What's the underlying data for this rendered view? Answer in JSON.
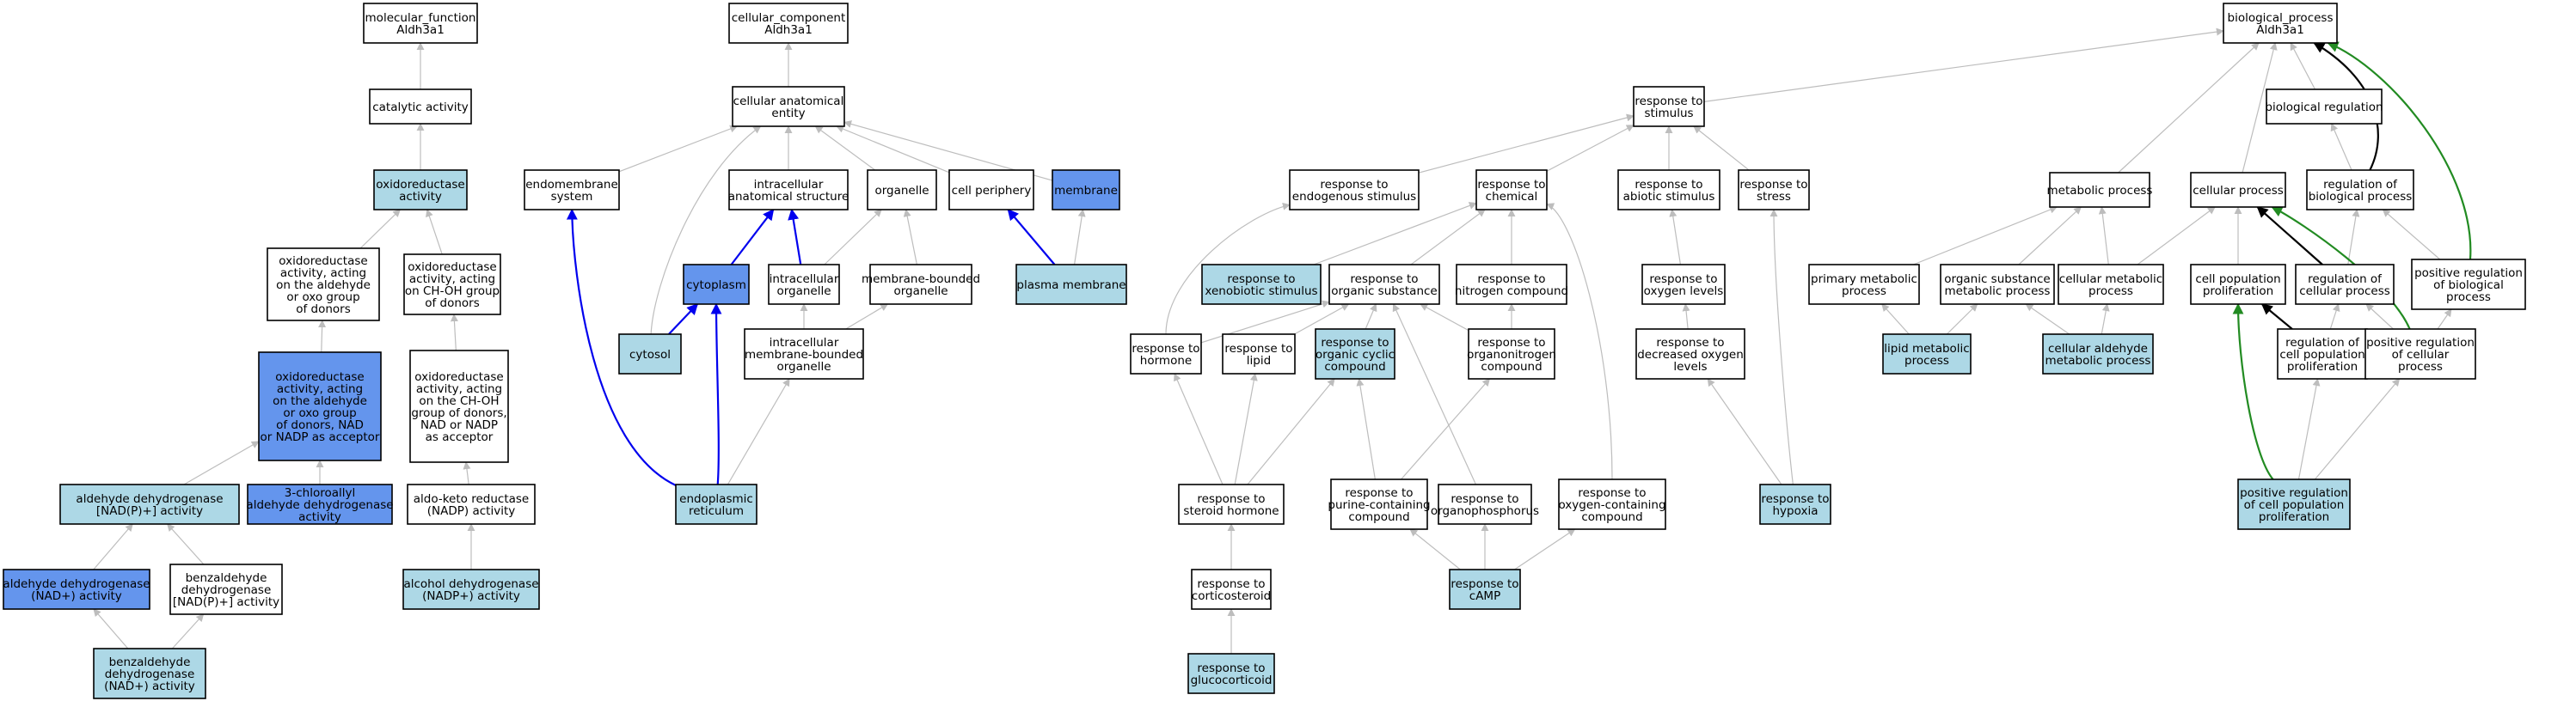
{
  "colors": {
    "white": "#ffffff",
    "light": "#add8e6",
    "medium": "#6495ed",
    "edge_is_a": "#bdbdbd",
    "edge_part_of": "#0000ee",
    "edge_regulates": "#000000",
    "edge_pos_regulates": "#228b22"
  },
  "nodes": [
    {
      "id": "mf",
      "lines": [
        "molecular_function",
        "Aldh3a1"
      ],
      "fill": "white"
    },
    {
      "id": "cat",
      "lines": [
        "catalytic activity"
      ],
      "fill": "white"
    },
    {
      "id": "oxr",
      "lines": [
        "oxidoreductase",
        "activity"
      ],
      "fill": "light"
    },
    {
      "id": "oxald",
      "lines": [
        "oxidoreductase",
        "activity, acting",
        "on the aldehyde",
        "or oxo group",
        "of donors"
      ],
      "fill": "white"
    },
    {
      "id": "oxchoh",
      "lines": [
        "oxidoreductase",
        "activity, acting",
        "on CH-OH group",
        "of donors"
      ],
      "fill": "white"
    },
    {
      "id": "oxaldnad",
      "lines": [
        "oxidoreductase",
        "activity, acting",
        "on the aldehyde",
        "or oxo group",
        "of donors, NAD",
        "or NADP as acceptor"
      ],
      "fill": "medium"
    },
    {
      "id": "oxchohnad",
      "lines": [
        "oxidoreductase",
        "activity, acting",
        "on the CH-OH",
        "group of donors,",
        "NAD or NADP",
        "as acceptor"
      ],
      "fill": "white"
    },
    {
      "id": "aldnadp",
      "lines": [
        "aldehyde dehydrogenase",
        "[NAD(P)+] activity"
      ],
      "fill": "light"
    },
    {
      "id": "chloro",
      "lines": [
        "3-chloroallyl",
        "aldehyde dehydrogenase",
        "activity"
      ],
      "fill": "medium"
    },
    {
      "id": "aldoketo",
      "lines": [
        "aldo-keto reductase",
        "(NADP) activity"
      ],
      "fill": "white"
    },
    {
      "id": "aldnad",
      "lines": [
        "aldehyde dehydrogenase",
        "(NAD+) activity"
      ],
      "fill": "medium"
    },
    {
      "id": "benznadp",
      "lines": [
        "benzaldehyde",
        "dehydrogenase",
        "[NAD(P)+] activity"
      ],
      "fill": "white"
    },
    {
      "id": "alcdh",
      "lines": [
        "alcohol dehydrogenase",
        "(NADP+) activity"
      ],
      "fill": "light"
    },
    {
      "id": "benznad",
      "lines": [
        "benzaldehyde",
        "dehydrogenase",
        "(NAD+) activity"
      ],
      "fill": "light"
    },
    {
      "id": "cc",
      "lines": [
        "cellular_component",
        "Aldh3a1"
      ],
      "fill": "white"
    },
    {
      "id": "cae",
      "lines": [
        "cellular anatomical",
        "entity"
      ],
      "fill": "white"
    },
    {
      "id": "endomem",
      "lines": [
        "endomembrane",
        "system"
      ],
      "fill": "white"
    },
    {
      "id": "intrastr",
      "lines": [
        "intracellular",
        "anatomical structure"
      ],
      "fill": "white"
    },
    {
      "id": "organelle",
      "lines": [
        "organelle"
      ],
      "fill": "white"
    },
    {
      "id": "cellper",
      "lines": [
        "cell periphery"
      ],
      "fill": "white"
    },
    {
      "id": "membrane",
      "lines": [
        "membrane"
      ],
      "fill": "medium"
    },
    {
      "id": "cytoplasm",
      "lines": [
        "cytoplasm"
      ],
      "fill": "medium"
    },
    {
      "id": "intraorg",
      "lines": [
        "intracellular",
        "organelle"
      ],
      "fill": "white"
    },
    {
      "id": "membbound",
      "lines": [
        "membrane-bounded",
        "organelle"
      ],
      "fill": "white"
    },
    {
      "id": "plasmamem",
      "lines": [
        "plasma membrane"
      ],
      "fill": "light"
    },
    {
      "id": "cytosol",
      "lines": [
        "cytosol"
      ],
      "fill": "light"
    },
    {
      "id": "intramemb",
      "lines": [
        "intracellular",
        "membrane-bounded",
        "organelle"
      ],
      "fill": "white"
    },
    {
      "id": "er",
      "lines": [
        "endoplasmic",
        "reticulum"
      ],
      "fill": "light"
    },
    {
      "id": "rstim",
      "lines": [
        "response to",
        "stimulus"
      ],
      "fill": "white"
    },
    {
      "id": "rendo",
      "lines": [
        "response to",
        "endogenous stimulus"
      ],
      "fill": "white"
    },
    {
      "id": "rchem",
      "lines": [
        "response to",
        "chemical"
      ],
      "fill": "white"
    },
    {
      "id": "rabio",
      "lines": [
        "response to",
        "abiotic stimulus"
      ],
      "fill": "white"
    },
    {
      "id": "rstress",
      "lines": [
        "response to",
        "stress"
      ],
      "fill": "white"
    },
    {
      "id": "rxeno",
      "lines": [
        "response to",
        "xenobiotic stimulus"
      ],
      "fill": "light"
    },
    {
      "id": "rorgsub",
      "lines": [
        "response to",
        "organic substance"
      ],
      "fill": "white"
    },
    {
      "id": "rnitro",
      "lines": [
        "response to",
        "nitrogen compound"
      ],
      "fill": "white"
    },
    {
      "id": "roxlev",
      "lines": [
        "response to",
        "oxygen levels"
      ],
      "fill": "white"
    },
    {
      "id": "rhorm",
      "lines": [
        "response to",
        "hormone"
      ],
      "fill": "white"
    },
    {
      "id": "rlipid",
      "lines": [
        "response to",
        "lipid"
      ],
      "fill": "white"
    },
    {
      "id": "rorgcyc",
      "lines": [
        "response to",
        "organic cyclic",
        "compound"
      ],
      "fill": "light"
    },
    {
      "id": "rorgnit",
      "lines": [
        "response to",
        "organonitrogen",
        "compound"
      ],
      "fill": "white"
    },
    {
      "id": "rdecox",
      "lines": [
        "response to",
        "decreased oxygen",
        "levels"
      ],
      "fill": "white"
    },
    {
      "id": "rster",
      "lines": [
        "response to",
        "steroid hormone"
      ],
      "fill": "white"
    },
    {
      "id": "rpur",
      "lines": [
        "response to",
        "purine-containing",
        "compound"
      ],
      "fill": "white"
    },
    {
      "id": "rorgphos",
      "lines": [
        "response to",
        "organophosphorus"
      ],
      "fill": "white"
    },
    {
      "id": "roxcont",
      "lines": [
        "response to",
        "oxygen-containing",
        "compound"
      ],
      "fill": "white"
    },
    {
      "id": "rhypox",
      "lines": [
        "response to",
        "hypoxia"
      ],
      "fill": "light"
    },
    {
      "id": "rcort",
      "lines": [
        "response to",
        "corticosteroid"
      ],
      "fill": "white"
    },
    {
      "id": "rcamp",
      "lines": [
        "response to",
        "cAMP"
      ],
      "fill": "light"
    },
    {
      "id": "rgluco",
      "lines": [
        "response to",
        "glucocorticoid"
      ],
      "fill": "light"
    },
    {
      "id": "bp",
      "lines": [
        "biological_process",
        "Aldh3a1"
      ],
      "fill": "white"
    },
    {
      "id": "bioreg",
      "lines": [
        "biological regulation"
      ],
      "fill": "white"
    },
    {
      "id": "metab",
      "lines": [
        "metabolic process"
      ],
      "fill": "white"
    },
    {
      "id": "cellproc",
      "lines": [
        "cellular process"
      ],
      "fill": "white"
    },
    {
      "id": "regbio",
      "lines": [
        "regulation of",
        "biological process"
      ],
      "fill": "white"
    },
    {
      "id": "primmet",
      "lines": [
        "primary metabolic",
        "process"
      ],
      "fill": "white"
    },
    {
      "id": "orgsubmet",
      "lines": [
        "organic substance",
        "metabolic process"
      ],
      "fill": "white"
    },
    {
      "id": "cellmet",
      "lines": [
        "cellular metabolic",
        "process"
      ],
      "fill": "white"
    },
    {
      "id": "cellprolif",
      "lines": [
        "cell population",
        "proliferation"
      ],
      "fill": "white"
    },
    {
      "id": "regcell",
      "lines": [
        "regulation of",
        "cellular process"
      ],
      "fill": "white"
    },
    {
      "id": "posregbio",
      "lines": [
        "positive regulation",
        "of biological",
        "process"
      ],
      "fill": "white"
    },
    {
      "id": "lipidmet",
      "lines": [
        "lipid metabolic",
        "process"
      ],
      "fill": "light"
    },
    {
      "id": "cellald",
      "lines": [
        "cellular aldehyde",
        "metabolic process"
      ],
      "fill": "light"
    },
    {
      "id": "regprolif",
      "lines": [
        "regulation of",
        "cell population",
        "proliferation"
      ],
      "fill": "white"
    },
    {
      "id": "posregcell",
      "lines": [
        "positive regulation",
        "of cellular",
        "process"
      ],
      "fill": "white"
    },
    {
      "id": "posregprolif",
      "lines": [
        "positive regulation",
        "of cell population",
        "proliferation"
      ],
      "fill": "light"
    }
  ],
  "edges": [
    {
      "from": "cat",
      "to": "mf",
      "type": "is_a"
    },
    {
      "from": "oxr",
      "to": "cat",
      "type": "is_a"
    },
    {
      "from": "oxald",
      "to": "oxr",
      "type": "is_a"
    },
    {
      "from": "oxchoh",
      "to": "oxr",
      "type": "is_a"
    },
    {
      "from": "oxaldnad",
      "to": "oxald",
      "type": "is_a"
    },
    {
      "from": "oxchohnad",
      "to": "oxchoh",
      "type": "is_a"
    },
    {
      "from": "aldnadp",
      "to": "oxaldnad",
      "type": "is_a"
    },
    {
      "from": "chloro",
      "to": "oxaldnad",
      "type": "is_a"
    },
    {
      "from": "aldoketo",
      "to": "oxchohnad",
      "type": "is_a"
    },
    {
      "from": "aldnad",
      "to": "aldnadp",
      "type": "is_a"
    },
    {
      "from": "benznadp",
      "to": "aldnadp",
      "type": "is_a"
    },
    {
      "from": "alcdh",
      "to": "aldoketo",
      "type": "is_a"
    },
    {
      "from": "benznad",
      "to": "aldnad",
      "type": "is_a"
    },
    {
      "from": "benznad",
      "to": "benznadp",
      "type": "is_a"
    },
    {
      "from": "cae",
      "to": "cc",
      "type": "is_a"
    },
    {
      "from": "endomem",
      "to": "cae",
      "type": "is_a"
    },
    {
      "from": "intrastr",
      "to": "cae",
      "type": "is_a"
    },
    {
      "from": "organelle",
      "to": "cae",
      "type": "is_a"
    },
    {
      "from": "cellper",
      "to": "cae",
      "type": "is_a"
    },
    {
      "from": "membrane",
      "to": "cae",
      "type": "is_a"
    },
    {
      "from": "cytoplasm",
      "to": "intrastr",
      "type": "part_of"
    },
    {
      "from": "intraorg",
      "to": "intrastr",
      "type": "part_of"
    },
    {
      "from": "intraorg",
      "to": "organelle",
      "type": "is_a"
    },
    {
      "from": "membbound",
      "to": "organelle",
      "type": "is_a"
    },
    {
      "from": "plasmamem",
      "to": "cellper",
      "type": "part_of"
    },
    {
      "from": "plasmamem",
      "to": "membrane",
      "type": "is_a"
    },
    {
      "from": "cytosol",
      "to": "cytoplasm",
      "type": "part_of"
    },
    {
      "from": "cytosol",
      "to": "cae",
      "type": "is_a"
    },
    {
      "from": "intramemb",
      "to": "intraorg",
      "type": "is_a"
    },
    {
      "from": "intramemb",
      "to": "membbound",
      "type": "is_a"
    },
    {
      "from": "er",
      "to": "intramemb",
      "type": "is_a"
    },
    {
      "from": "er",
      "to": "cytoplasm",
      "type": "part_of"
    },
    {
      "from": "er",
      "to": "endomem",
      "type": "part_of"
    },
    {
      "from": "rstim",
      "to": "bp",
      "type": "is_a"
    },
    {
      "from": "rendo",
      "to": "rstim",
      "type": "is_a"
    },
    {
      "from": "rchem",
      "to": "rstim",
      "type": "is_a"
    },
    {
      "from": "rabio",
      "to": "rstim",
      "type": "is_a"
    },
    {
      "from": "rstress",
      "to": "rstim",
      "type": "is_a"
    },
    {
      "from": "rxeno",
      "to": "rchem",
      "type": "is_a"
    },
    {
      "from": "rorgsub",
      "to": "rchem",
      "type": "is_a"
    },
    {
      "from": "rnitro",
      "to": "rchem",
      "type": "is_a"
    },
    {
      "from": "roxlev",
      "to": "rabio",
      "type": "is_a"
    },
    {
      "from": "rhorm",
      "to": "rendo",
      "type": "is_a"
    },
    {
      "from": "rhorm",
      "to": "rorgsub",
      "type": "is_a"
    },
    {
      "from": "rlipid",
      "to": "rorgsub",
      "type": "is_a"
    },
    {
      "from": "rorgcyc",
      "to": "rorgsub",
      "type": "is_a"
    },
    {
      "from": "rorgnit",
      "to": "rorgsub",
      "type": "is_a"
    },
    {
      "from": "rorgnit",
      "to": "rnitro",
      "type": "is_a"
    },
    {
      "from": "rdecox",
      "to": "roxlev",
      "type": "is_a"
    },
    {
      "from": "rster",
      "to": "rhorm",
      "type": "is_a"
    },
    {
      "from": "rster",
      "to": "rlipid",
      "type": "is_a"
    },
    {
      "from": "rster",
      "to": "rorgcyc",
      "type": "is_a"
    },
    {
      "from": "rpur",
      "to": "rorgcyc",
      "type": "is_a"
    },
    {
      "from": "rpur",
      "to": "rorgnit",
      "type": "is_a"
    },
    {
      "from": "rorgphos",
      "to": "rorgsub",
      "type": "is_a"
    },
    {
      "from": "roxcont",
      "to": "rchem",
      "type": "is_a"
    },
    {
      "from": "rhypox",
      "to": "rdecox",
      "type": "is_a"
    },
    {
      "from": "rhypox",
      "to": "rstress",
      "type": "is_a"
    },
    {
      "from": "rcort",
      "to": "rster",
      "type": "is_a"
    },
    {
      "from": "rcamp",
      "to": "rpur",
      "type": "is_a"
    },
    {
      "from": "rcamp",
      "to": "rorgphos",
      "type": "is_a"
    },
    {
      "from": "rcamp",
      "to": "roxcont",
      "type": "is_a"
    },
    {
      "from": "rgluco",
      "to": "rcort",
      "type": "is_a"
    },
    {
      "from": "bioreg",
      "to": "bp",
      "type": "is_a"
    },
    {
      "from": "metab",
      "to": "bp",
      "type": "is_a"
    },
    {
      "from": "cellproc",
      "to": "bp",
      "type": "is_a"
    },
    {
      "from": "regbio",
      "to": "bioreg",
      "type": "is_a"
    },
    {
      "from": "regbio",
      "to": "bp",
      "type": "regulates"
    },
    {
      "from": "primmet",
      "to": "metab",
      "type": "is_a"
    },
    {
      "from": "orgsubmet",
      "to": "metab",
      "type": "is_a"
    },
    {
      "from": "cellmet",
      "to": "metab",
      "type": "is_a"
    },
    {
      "from": "cellmet",
      "to": "cellproc",
      "type": "is_a"
    },
    {
      "from": "cellprolif",
      "to": "cellproc",
      "type": "is_a"
    },
    {
      "from": "regcell",
      "to": "regbio",
      "type": "is_a"
    },
    {
      "from": "regcell",
      "to": "cellproc",
      "type": "regulates"
    },
    {
      "from": "posregbio",
      "to": "regbio",
      "type": "is_a"
    },
    {
      "from": "posregbio",
      "to": "bp",
      "type": "positively_regulates"
    },
    {
      "from": "lipidmet",
      "to": "primmet",
      "type": "is_a"
    },
    {
      "from": "lipidmet",
      "to": "orgsubmet",
      "type": "is_a"
    },
    {
      "from": "cellald",
      "to": "orgsubmet",
      "type": "is_a"
    },
    {
      "from": "cellald",
      "to": "cellmet",
      "type": "is_a"
    },
    {
      "from": "regprolif",
      "to": "regcell",
      "type": "is_a"
    },
    {
      "from": "regprolif",
      "to": "cellprolif",
      "type": "regulates"
    },
    {
      "from": "posregcell",
      "to": "regcell",
      "type": "is_a"
    },
    {
      "from": "posregcell",
      "to": "posregbio",
      "type": "is_a"
    },
    {
      "from": "posregcell",
      "to": "cellproc",
      "type": "positively_regulates"
    },
    {
      "from": "posregprolif",
      "to": "regprolif",
      "type": "is_a"
    },
    {
      "from": "posregprolif",
      "to": "posregcell",
      "type": "is_a"
    },
    {
      "from": "posregprolif",
      "to": "cellprolif",
      "type": "positively_regulates"
    }
  ]
}
